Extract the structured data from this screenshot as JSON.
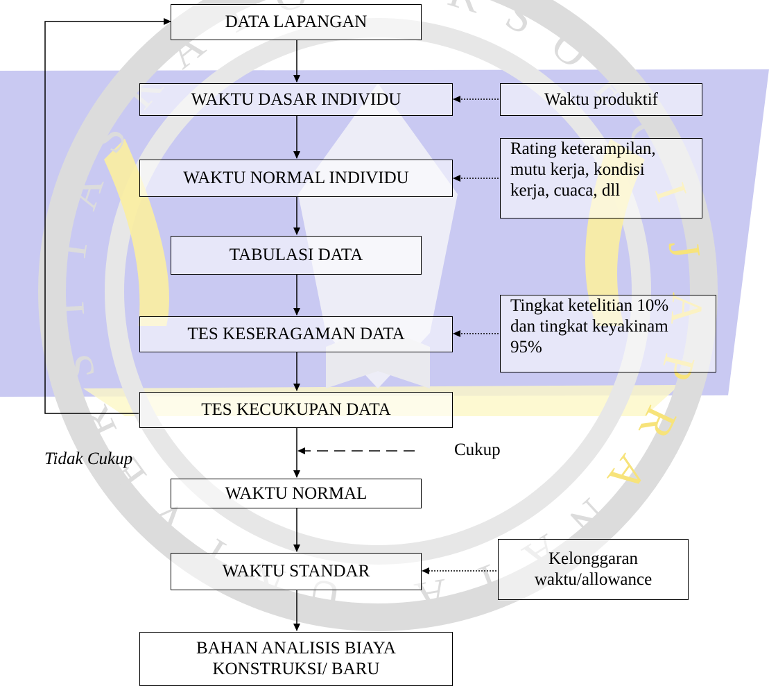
{
  "flow": {
    "data_lapangan": "DATA LAPANGAN",
    "waktu_dasar": "WAKTU DASAR INDIVIDU",
    "waktu_normal_individu": "WAKTU NORMAL INDIVIDU",
    "tabulasi": "TABULASI DATA",
    "tes_keseragaman": "TES KESERAGAMAN DATA",
    "tes_kecukupan": "TES KECUKUPAN DATA",
    "waktu_normal": "WAKTU NORMAL",
    "waktu_standar": "WAKTU STANDAR",
    "bahan_line1": "BAHAN ANALISIS BIAYA",
    "bahan_line2": "KONSTRUKSI/ BARU"
  },
  "inputs": {
    "waktu_produktif": "Waktu produktif",
    "rating": [
      "Rating keterampilan,",
      "mutu kerja, kondisi",
      "kerja, cuaca, dll"
    ],
    "ketelitian": [
      "Tingkat ketelitian 10%",
      "dan tingkat keyakinam",
      "95%"
    ],
    "kelonggaran": [
      "Kelonggaran",
      "waktu/allowance"
    ]
  },
  "labels": {
    "tidak_cukup": "Tidak Cukup",
    "cukup": "Cukup"
  },
  "watermark_letters": [
    "U",
    "N",
    "I",
    "V",
    "E",
    "R",
    "S",
    "I",
    "T",
    "A",
    "S",
    "K",
    "A",
    "T",
    "O",
    "L",
    "I",
    "K",
    "S",
    "O",
    "E",
    "G",
    "I",
    "J",
    "A",
    "P",
    "R",
    "A",
    "N",
    "A",
    "T",
    "A"
  ],
  "colors": {
    "watermark_blue": "#c9c9f2",
    "watermark_yellow": "#fdf7c6",
    "watermark_letter_gray": "#dcdcdc",
    "watermark_letter_yellow": "#f7e37a"
  }
}
